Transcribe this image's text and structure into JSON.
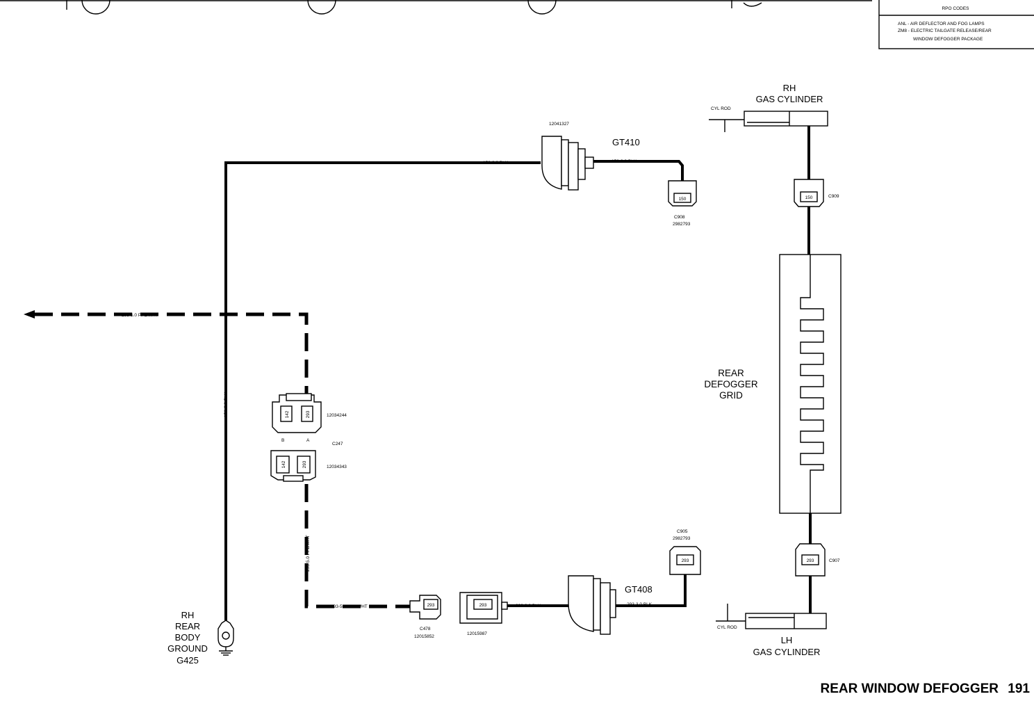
{
  "rpo_box": {
    "heading": "RPO CODES",
    "line1": "ANL - AIR DEFLECTOR AND FOG LAMPS",
    "line2": "ZM8 - ELECTRIC TAILGATE RELEASE/REAR",
    "line3": "WINDOW DEFOGGER PACKAGE"
  },
  "components": {
    "rh_cylinder_line1": "RH",
    "rh_cylinder_line2": "GAS CYLINDER",
    "lh_cylinder_line1": "LH",
    "lh_cylinder_line2": "GAS CYLINDER",
    "cyl_rod_top": "CYL ROD",
    "cyl_rod_bottom": "CYL ROD",
    "defogger_line1": "REAR",
    "defogger_line2": "DEFOGGER",
    "defogger_line3": "GRID",
    "ground_line1": "RH",
    "ground_line2": "REAR",
    "ground_line3": "BODY",
    "ground_line4": "GROUND",
    "ground_line5": "G425"
  },
  "connectors": {
    "gt410": "GT410",
    "gt410_part": "12041327",
    "gt408": "GT408",
    "c908_pin": "150",
    "c908_name": "C908",
    "c908_part": "2982793",
    "c909_pin": "150",
    "c909_name": "C909",
    "c905_name": "C905",
    "c905_part": "2982793",
    "c905_pin": "293",
    "c907_pin": "293",
    "c907_name": "C907",
    "c247_name": "C247",
    "c247_top_part": "12034244",
    "c247_bottom_part": "12034343",
    "c247_pin_b": "B",
    "c247_pin_a": "A",
    "pin_142": "142",
    "pin_293": "293",
    "c478_name": "C478",
    "c478_part": "12015852",
    "c478_pin": "293",
    "c_part_12015987": "12015987",
    "c_12015987_pin": "293"
  },
  "wires": {
    "w150_top_left": "150-3.0 BLK",
    "w150_top_right": "150-3.0 BLK",
    "w150_vertical": "150-3.0 BLK",
    "w293_top": "293-5.0 PPL/WHT",
    "w293_vertical": "293-5.0 PPL/WHT",
    "w293_bottom": "293-5.0 PPL/WHT",
    "w293_blk_left": "293-3.0 BLK",
    "w293_blk_right": "293-3.0 BLK"
  },
  "footer": {
    "title": "REAR WINDOW DEFOGGER",
    "page": "191"
  }
}
